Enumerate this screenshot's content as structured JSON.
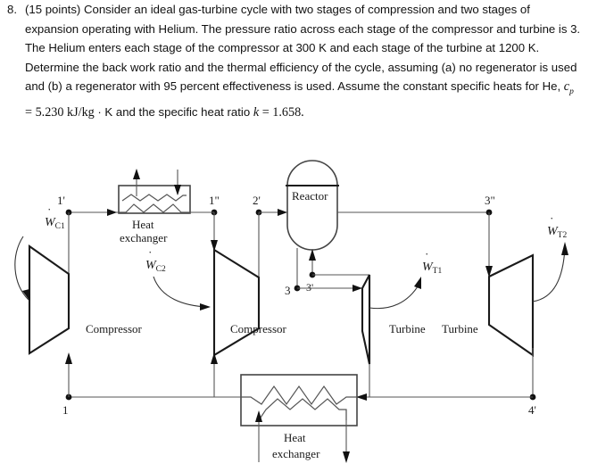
{
  "problem": {
    "number": "8.",
    "points_prefix": "(15 points)",
    "body_part1": "Consider an ideal gas-turbine cycle with two stages of compression and two stages of expansion operating with Helium. The pressure ratio across each stage of the compressor and turbine is 3. The Helium enters each stage of the compressor at 300 K and each stage of the turbine at 1200 K. Determine the back work ratio and the thermal efficiency of the cycle, assuming (a) no regenerator is used and (b) a regenerator with 95 percent effectiveness is used. Assume the constant specific heats for He, ",
    "cp_symbol": "c",
    "cp_subscript": "p",
    "equals": "=",
    "cp_value": "5.230 kJ/kg",
    "dot_sep": "·",
    "body_part2": "K and the specific heat ratio ",
    "k_symbol": "k",
    "k_value": "1.658."
  },
  "diagram": {
    "components": {
      "compressor1": "Compressor",
      "compressor2": "Compressor",
      "turbine1": "Turbine",
      "turbine2": "Turbine",
      "reactor": "Reactor",
      "heat_exchanger_top_line1": "Heat",
      "heat_exchanger_top_line2": "exchanger",
      "heat_exchanger_bottom_line1": "Heat",
      "heat_exchanger_bottom_line2": "exchanger"
    },
    "work_labels": {
      "wc1": "W",
      "wc1_sub": "C1",
      "wc2": "W",
      "wc2_sub": "C2",
      "wt1": "W",
      "wt1_sub": "T1",
      "wt2": "W",
      "wt2_sub": "T2"
    },
    "state_points": {
      "s1": "1",
      "s1p": "1'",
      "s1pp": "1\"",
      "s2p": "2'",
      "s3": "3",
      "s3p": "3'",
      "s3pp": "3\"",
      "s4p": "4'"
    },
    "colors": {
      "line": "#555555",
      "thick": "#1a1a1a",
      "text": "#1a1a1a",
      "background": "#ffffff"
    }
  }
}
